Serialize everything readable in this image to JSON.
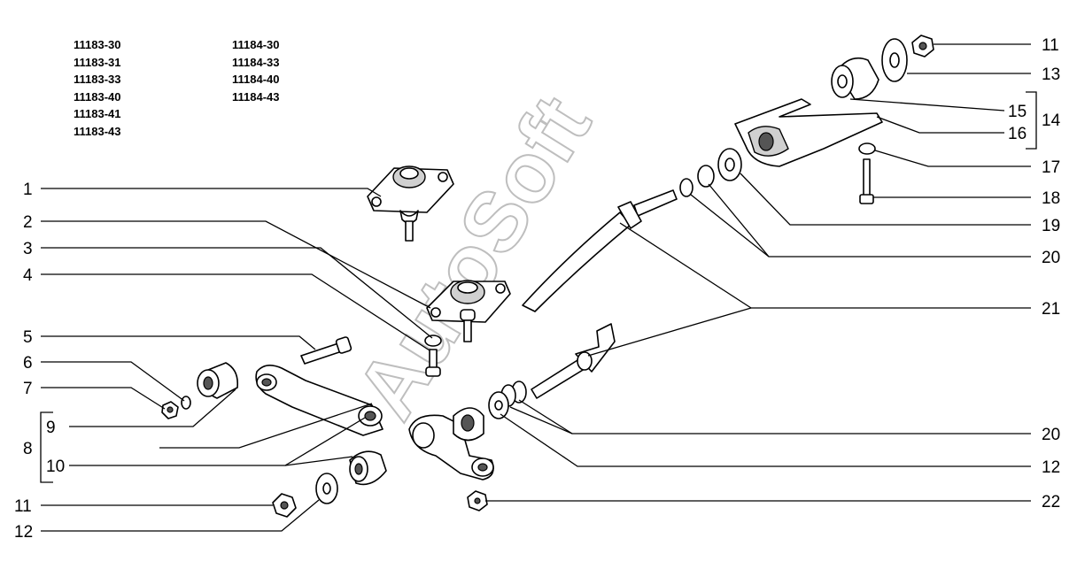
{
  "models": {
    "left": [
      "11183-30",
      "11183-31",
      "11183-33",
      "11183-40",
      "11183-41",
      "11183-43"
    ],
    "right": [
      "11184-30",
      "11184-33",
      "11184-40",
      "11184-43"
    ]
  },
  "watermark": "AutoSoft",
  "callouts": {
    "left": [
      "1",
      "2",
      "3",
      "4",
      "5",
      "6",
      "7",
      "9",
      "8",
      "10",
      "11",
      "12"
    ],
    "right": [
      "11",
      "13",
      "15",
      "14",
      "16",
      "17",
      "18",
      "19",
      "20",
      "21",
      "20",
      "12",
      "22"
    ]
  }
}
